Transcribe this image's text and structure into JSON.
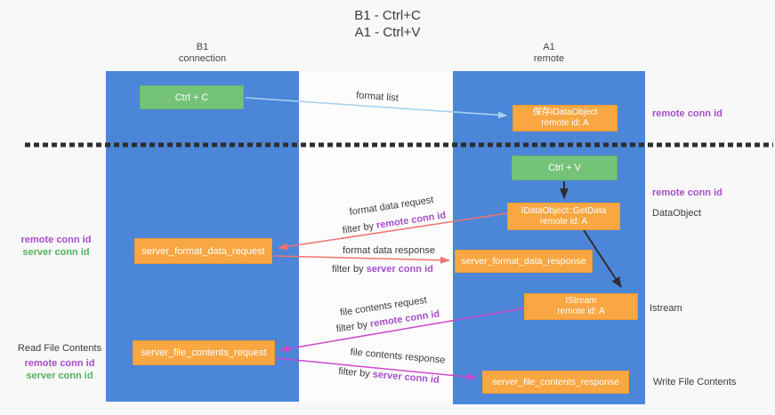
{
  "title": {
    "line1": "B1 - Ctrl+C",
    "line2": "A1 - Ctrl+V"
  },
  "lanes": {
    "left": {
      "name": "B1",
      "role": "connection"
    },
    "right": {
      "name": "A1",
      "role": "remote"
    }
  },
  "nodes": {
    "ctrl_c": {
      "label": "Ctrl + C"
    },
    "saved_dataobject": {
      "line1": "保存IDataObject",
      "line2": "remote id: A"
    },
    "ctrl_v": {
      "label": "Ctrl + V"
    },
    "getdata": {
      "line1": "IDataObject::GetData",
      "line2": "remote id: A"
    },
    "format_request": {
      "label": "server_format_data_request"
    },
    "format_response": {
      "label": "server_format_data_response"
    },
    "istream": {
      "line1": "IStream",
      "line2": "remote id: A"
    },
    "file_request": {
      "label": "server_file_contents_request"
    },
    "file_response": {
      "label": "server_file_contents_response"
    }
  },
  "edge_labels": {
    "format_list": "format list",
    "format_data_request": "format data request",
    "format_data_response": "format data response",
    "file_contents_request": "file contents request",
    "file_contents_response": "file contents response",
    "filter_by": "filter by",
    "remote_conn_id": "remote conn id",
    "server_conn_id": "server conn id"
  },
  "side_labels": {
    "remote_conn_id": "remote conn id",
    "server_conn_id": "server conn id",
    "dataobject": "DataObject",
    "istream": "Istream",
    "read_file_contents": "Read File Contents",
    "write_file_contents": "Write File Contents"
  },
  "colors": {
    "lane-blue": "#4C86D8",
    "box-orange": "#F9A742",
    "box-green": "#75C379",
    "text-dark": "#3B3B3B",
    "purple": "#A64ECB",
    "green-id": "#52B35E",
    "arrow-blue": "#A9D2F0",
    "arrow-salmon": "#F0736E",
    "arrow-magenta": "#CC49C8",
    "arrow-black": "#2E2E2E",
    "background": "#F8F8F8"
  }
}
